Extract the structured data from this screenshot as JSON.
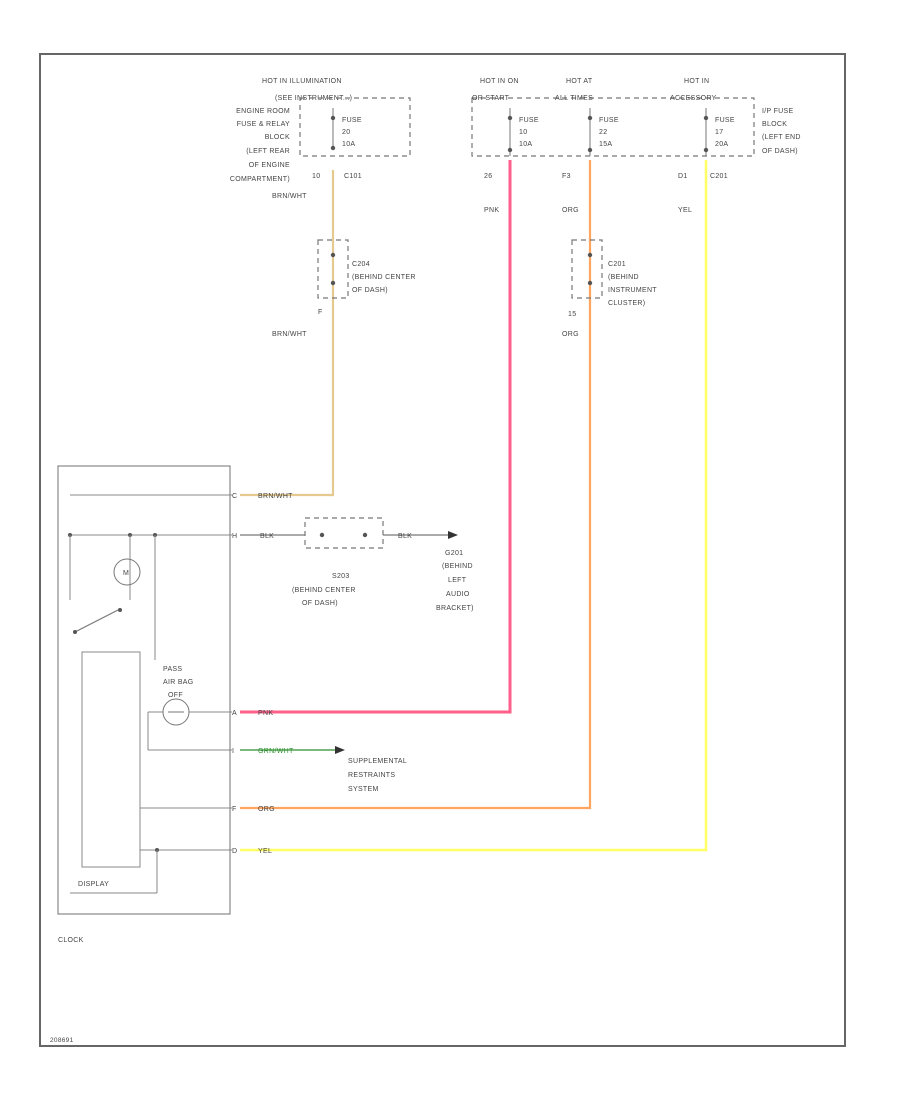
{
  "top_sources": {
    "illum": {
      "title_1": "HOT IN ILLUMINATION",
      "title_2": "(SEE INSTRUMENT...)",
      "fuse_line1": "FUSE",
      "fuse_line2": "20",
      "fuse_line3": "10A",
      "pin": "10",
      "connector": "C101",
      "wire": "BRN/WHT"
    },
    "run": {
      "title_1": "HOT IN ON",
      "title_2": "OR START",
      "fuse_line1": "FUSE",
      "fuse_line2": "10",
      "fuse_line3": "10A",
      "pin": "26",
      "wire": "PNK"
    },
    "at_all_times": {
      "title_1": "HOT AT",
      "title_2": "ALL TIMES",
      "fuse_line1": "FUSE",
      "fuse_line2": "22",
      "fuse_line3": "15A",
      "pin": "F3",
      "wire": "ORG"
    },
    "accessory": {
      "title_1": "HOT IN",
      "title_2": "ACCESSORY",
      "fuse_line1": "FUSE",
      "fuse_line2": "17",
      "fuse_line3": "20A",
      "pin": "D1",
      "connector": "C201",
      "wire": "YEL"
    },
    "engine_room_block": [
      "ENGINE ROOM",
      "FUSE & RELAY",
      "BLOCK",
      "(LEFT REAR",
      "OF ENGINE",
      "COMPARTMENT)"
    ],
    "ip_fuse_block": [
      "I/P FUSE",
      "BLOCK",
      "(LEFT END",
      "OF DASH)"
    ]
  },
  "connectors": {
    "c204": {
      "id": "C204",
      "desc_1": "(BEHIND CENTER",
      "desc_2": "OF DASH)",
      "pin": "F",
      "wire_below": "BRN/WHT"
    },
    "c201": {
      "id": "C201",
      "desc_1": "(BEHIND",
      "desc_2": "INSTRUMENT",
      "desc_3": "CLUSTER)",
      "pin": "15",
      "wire_below": "ORG"
    }
  },
  "ground": {
    "splice": {
      "id": "S203",
      "desc_1": "(BEHIND CENTER",
      "desc_2": "OF DASH)"
    },
    "g201": {
      "id": "G201",
      "desc_1": "(BEHIND",
      "desc_2": "LEFT",
      "desc_3": "AUDIO",
      "desc_4": "BRACKET)"
    },
    "wire": "BLK"
  },
  "clock": {
    "label": "CLOCK",
    "display_label": "DISPLAY",
    "lamp_label_1": "PASS",
    "lamp_label_2": "AIR BAG",
    "lamp_label_3": "OFF",
    "motor_label": "M",
    "pins": [
      {
        "pin": "C",
        "wire": "BRN/WHT"
      },
      {
        "pin": "H",
        "wire": "BLK"
      },
      {
        "pin": "A",
        "wire": "PNK"
      },
      {
        "pin": "I",
        "wire": "GRN/WHT"
      },
      {
        "pin": "F",
        "wire": "ORG"
      },
      {
        "pin": "D",
        "wire": "YEL"
      }
    ]
  },
  "srs": {
    "line_1": "SUPPLEMENTAL",
    "line_2": "RESTRAINTS",
    "line_3": "SYSTEM"
  },
  "colors": {
    "brn_wht": "#e6c98f",
    "pnk": "#ff5f8a",
    "org": "#ffa560",
    "yel": "#ffff66",
    "grn_wht": "#2f8f2f",
    "frame": "#555555"
  },
  "footer_code": "208691"
}
